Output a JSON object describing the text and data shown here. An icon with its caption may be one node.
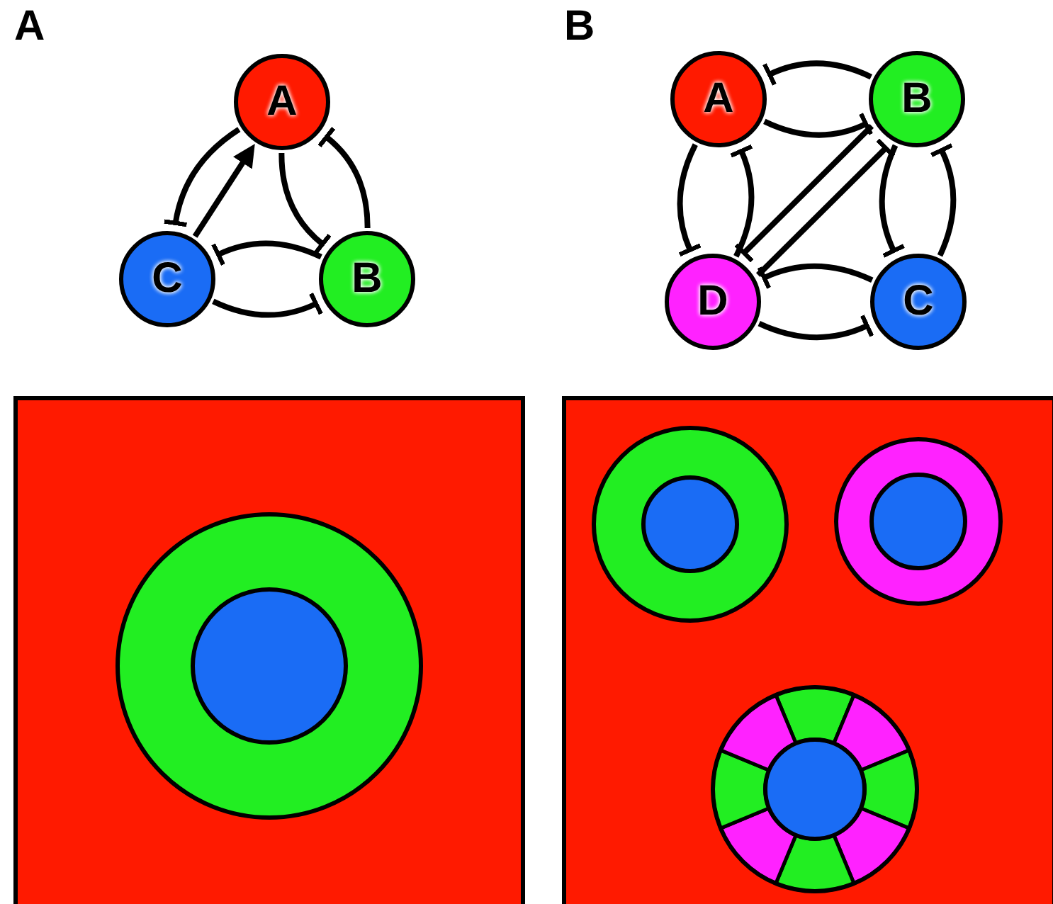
{
  "diagram": {
    "nodes": [
      {
        "text": [
          "A"
        ]
      },
      {
        "text": [
          "B"
        ]
      },
      {
        "text": [
          "C"
        ]
      },
      {
        "text": [
          "A"
        ]
      },
      {
        "text": [
          "B"
        ]
      },
      {
        "text": [
          "D"
        ]
      },
      {
        "text": [
          "C"
        ]
      }
    ],
    "edges": [
      {
        "from": 0,
        "to": 2,
        "arrow": "other"
      },
      {
        "from": 2,
        "to": 0,
        "arrow": "to"
      },
      {
        "from": 0,
        "to": 1,
        "arrow": "other"
      },
      {
        "from": 1,
        "to": 0,
        "arrow": "other"
      },
      {
        "from": 1,
        "to": 2,
        "arrow": "other"
      },
      {
        "from": 2,
        "to": 1,
        "arrow": "other"
      },
      {
        "from": 3,
        "to": 4,
        "arrow": "other"
      },
      {
        "from": 4,
        "to": 3,
        "arrow": "other"
      },
      {
        "from": 3,
        "to": 5,
        "arrow": "other"
      },
      {
        "from": 5,
        "to": 3,
        "arrow": "other"
      },
      {
        "from": 4,
        "to": 5,
        "arrow": "other"
      },
      {
        "from": 5,
        "to": 4,
        "arrow": "other"
      },
      {
        "from": 4,
        "to": 6,
        "arrow": "other"
      },
      {
        "from": 6,
        "to": 4,
        "arrow": "other"
      },
      {
        "from": 6,
        "to": 5,
        "arrow": "other"
      },
      {
        "from": 5,
        "to": 6,
        "arrow": "other"
      }
    ],
    "labels": [
      "A",
      "B"
    ]
  }
}
